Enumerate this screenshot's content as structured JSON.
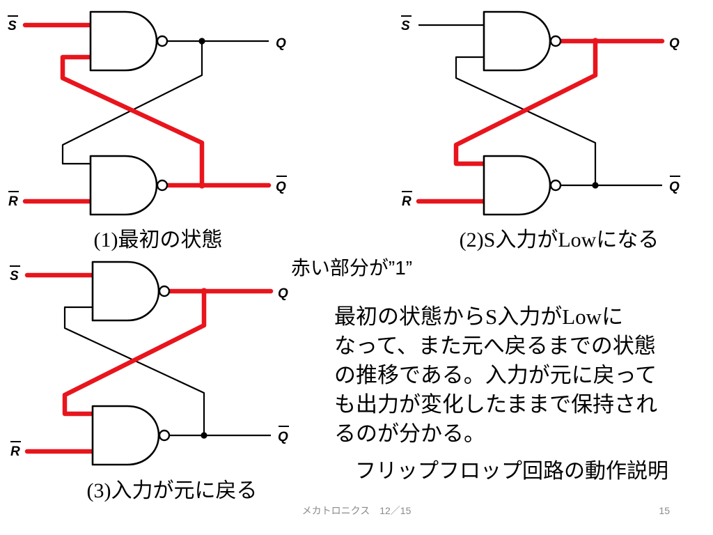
{
  "colors": {
    "logic_one": "#e8151d",
    "logic_zero": "#000000",
    "text": "#000000",
    "footer_text": "#8a8a8a",
    "background": "#ffffff"
  },
  "diagrams": [
    {
      "caption": "(1)最初の状態",
      "labels": {
        "s": {
          "text": "S",
          "overline": true
        },
        "r": {
          "text": "R",
          "overline": true
        },
        "q": {
          "text": "Q",
          "overline": false
        },
        "qbar": {
          "text": "Q",
          "overline": true
        }
      },
      "levels": {
        "s": 1,
        "r": 1,
        "q": 0,
        "qbar": 1
      }
    },
    {
      "caption": "(2)S入力がLowになる",
      "labels": {
        "s": {
          "text": "S",
          "overline": true
        },
        "r": {
          "text": "R",
          "overline": true
        },
        "q": {
          "text": "Q",
          "overline": false
        },
        "qbar": {
          "text": "Q",
          "overline": true
        }
      },
      "levels": {
        "s": 0,
        "r": 1,
        "q": 1,
        "qbar": 0
      }
    },
    {
      "caption": "(3)入力が元に戻る",
      "labels": {
        "s": {
          "text": "S",
          "overline": true
        },
        "r": {
          "text": "R",
          "overline": true
        },
        "q": {
          "text": "Q",
          "overline": false
        },
        "qbar": {
          "text": "Q",
          "overline": true
        }
      },
      "levels": {
        "s": 1,
        "r": 1,
        "q": 1,
        "qbar": 0
      }
    }
  ],
  "legend_note": "赤い部分が”1”",
  "description_lines": [
    "最初の状態からS入力がLowに",
    "なって、また元へ戻るまでの状態",
    "の推移である。入力が元に戻って",
    "も出力が変化したままで保持され",
    "るのが分かる。"
  ],
  "title": "フリップフロップ回路の動作説明",
  "footer": "メカトロニクス　12／15",
  "page_number": "15"
}
